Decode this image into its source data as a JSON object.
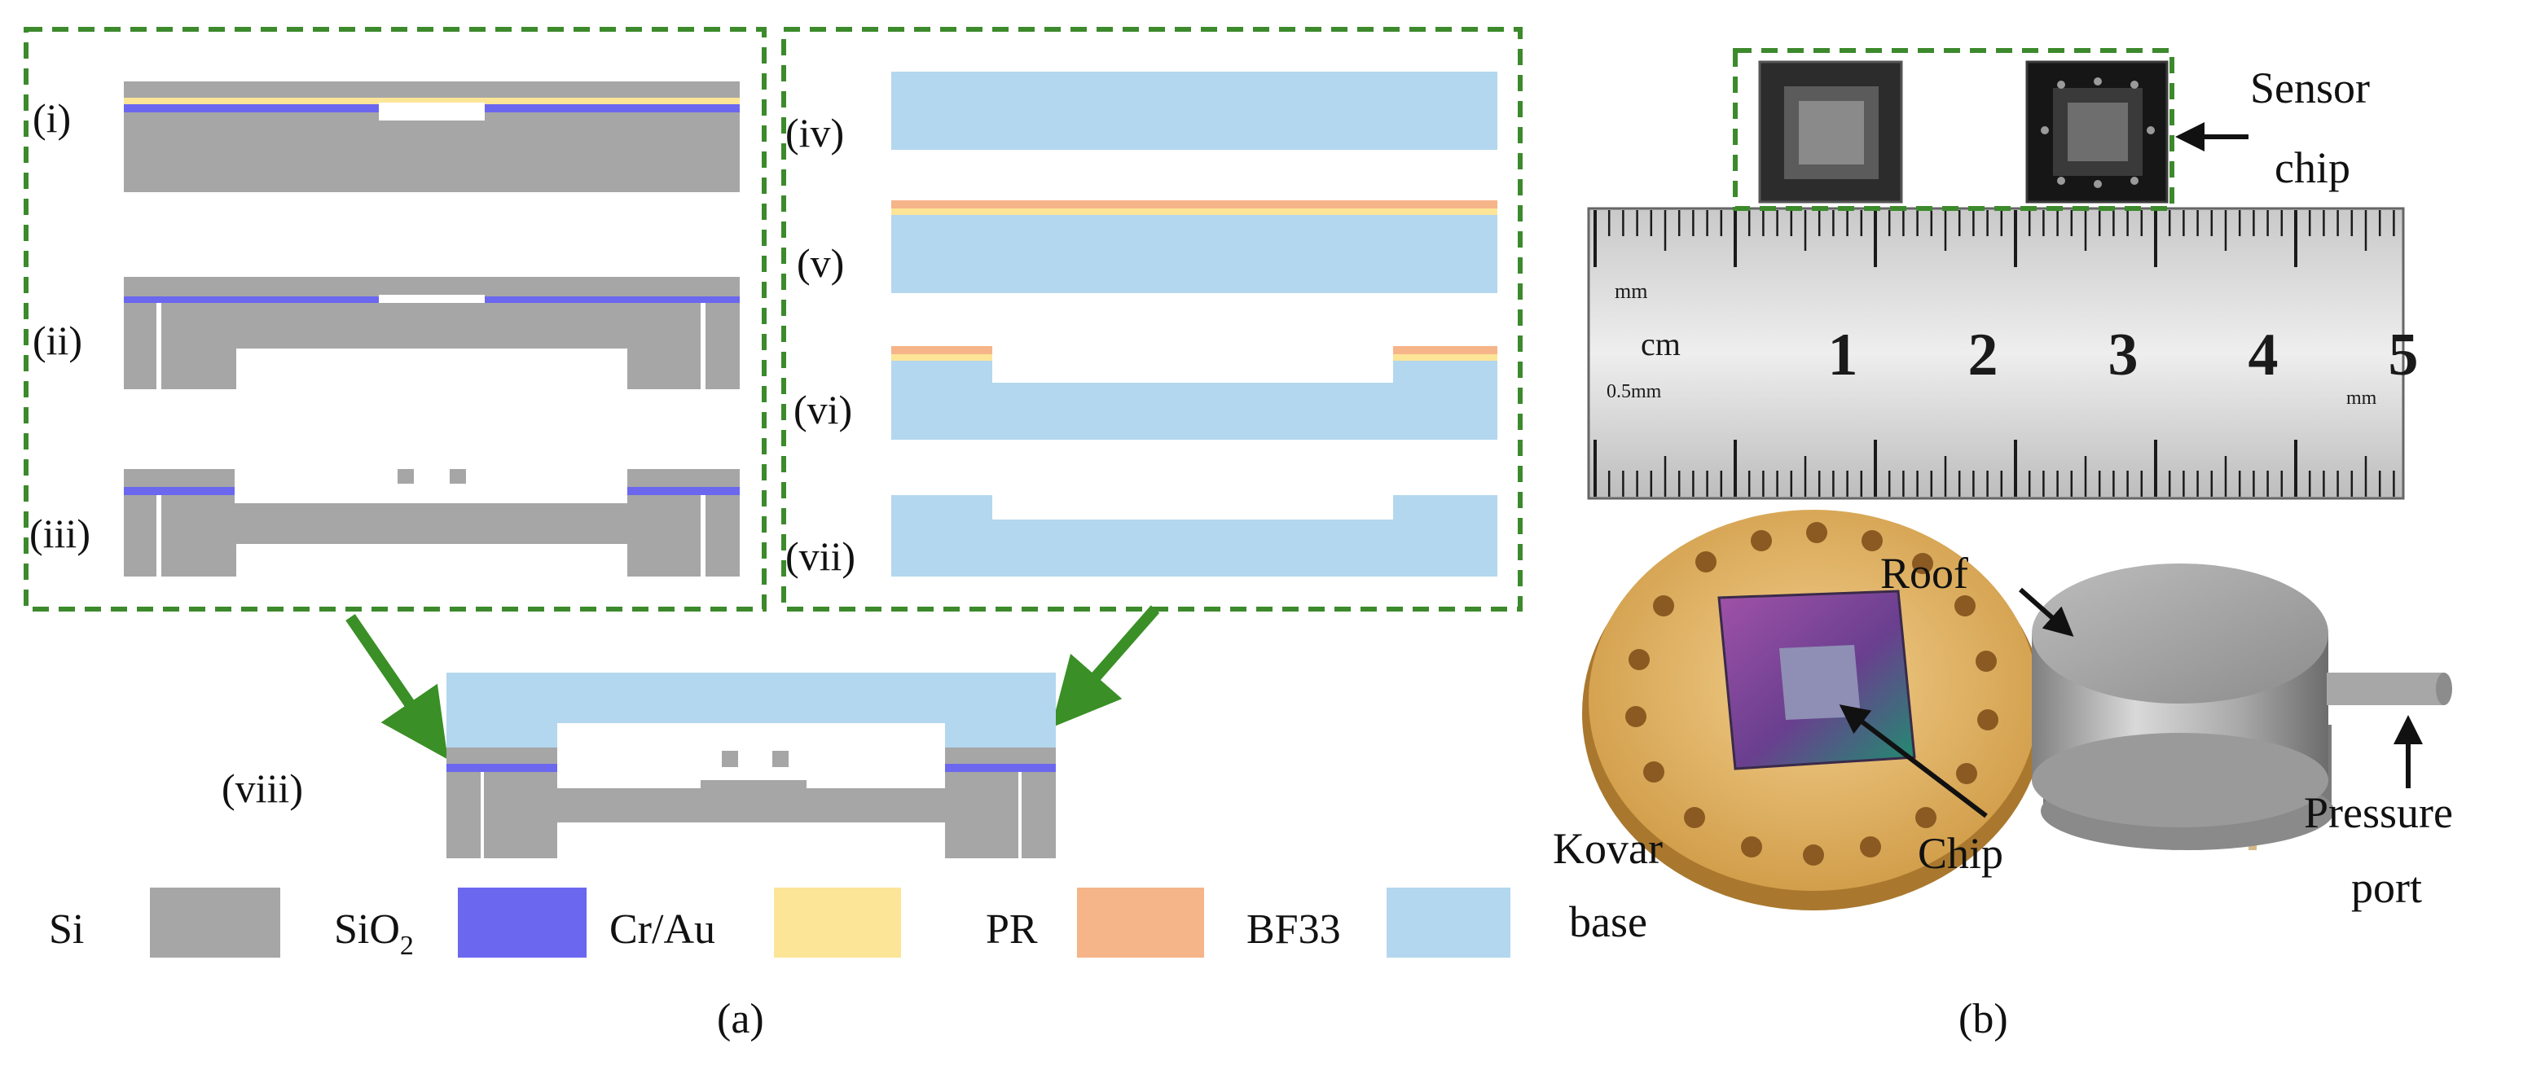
{
  "panel_a": {
    "caption": "(a)",
    "steps": {
      "i": "(i)",
      "ii": "(ii)",
      "iii": "(iii)",
      "iv": "(iv)",
      "v": "(v)",
      "vi": "(vi)",
      "vii": "(vii)",
      "viii": "(viii)"
    },
    "legend": [
      {
        "label": "Si",
        "color": "#a6a6a6"
      },
      {
        "label": "SiO",
        "subscript": "2",
        "color": "#6b67ef"
      },
      {
        "label": "Cr/Au",
        "color": "#fde597"
      },
      {
        "label": "PR",
        "color": "#f6b489"
      },
      {
        "label": "BF33",
        "color": "#b3d7ee"
      }
    ]
  },
  "panel_b": {
    "caption": "(b)",
    "labels": {
      "sensor_chip_line1": "Sensor",
      "sensor_chip_line2": "chip",
      "roof": "Roof",
      "kovar_line1": "Kovar",
      "kovar_line2": "base",
      "chip": "Chip",
      "pressure_line1": "Pressure",
      "pressure_line2": "port"
    },
    "ruler": {
      "numbers": [
        "1",
        "2",
        "3",
        "4",
        "5"
      ],
      "unit_top_left": "mm",
      "unit_cm": "cm",
      "resolution": "0.5mm",
      "unit_right": "mm"
    }
  },
  "colors": {
    "si": "#a6a6a6",
    "sio2": "#6b67ef",
    "crau": "#fde597",
    "pr": "#f6b489",
    "bf33": "#b3d7ee",
    "dashed_box": "#3c8a2c",
    "arrow": "#3a8f26"
  }
}
